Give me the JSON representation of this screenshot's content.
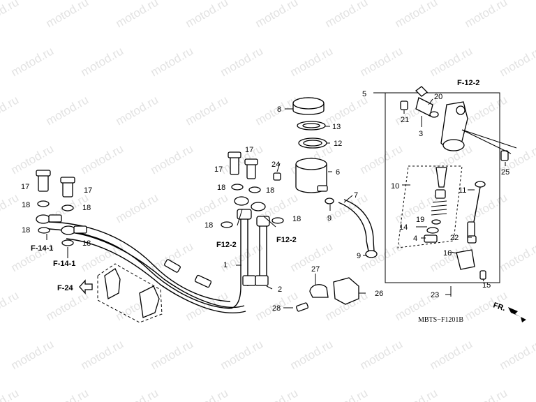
{
  "watermark": "motod.ru",
  "diagram_code": "MBTS−F1201B",
  "front_label": "FR.",
  "refs": {
    "f24": "F-24",
    "f14_1": "F-14-1",
    "f12_2": "F12-2",
    "f12_2_top": "F-12-2"
  },
  "callouts": {
    "c1": "1",
    "c2": "2",
    "c3": "3",
    "c4": "4",
    "c5": "5",
    "c6": "6",
    "c7": "7",
    "c8": "8",
    "c9": "9",
    "c10": "10",
    "c11": "11",
    "c12": "12",
    "c13": "13",
    "c14": "14",
    "c15": "15",
    "c16": "16",
    "c17": "17",
    "c18": "18",
    "c19": "19",
    "c20": "20",
    "c21": "21",
    "c22": "22",
    "c23": "23",
    "c24": "24",
    "c25": "25",
    "c26": "26",
    "c27": "27",
    "c28": "28"
  }
}
